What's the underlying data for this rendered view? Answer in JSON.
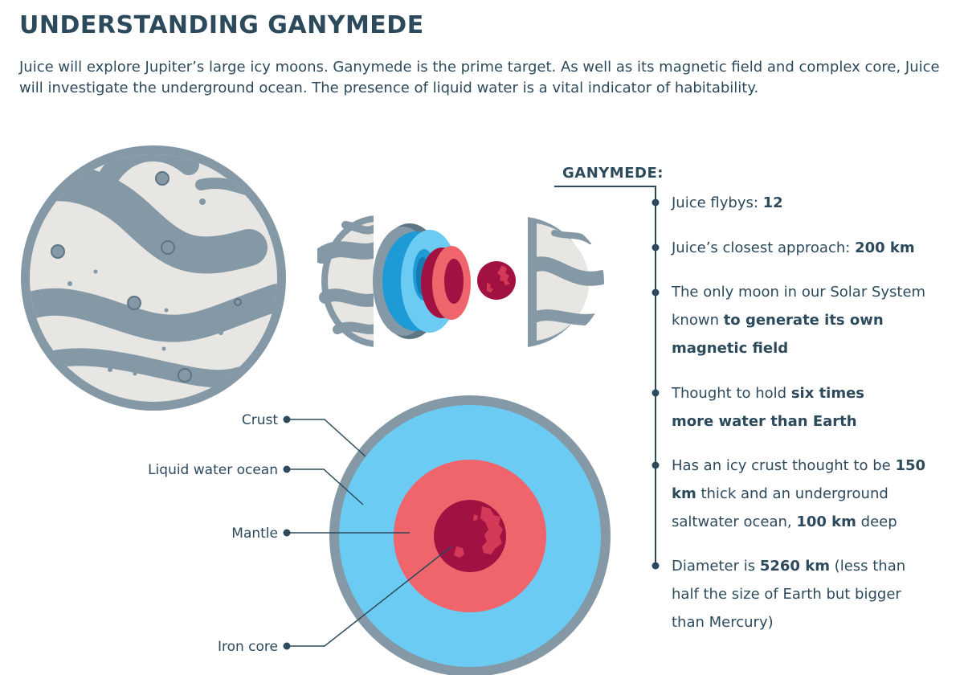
{
  "header": {
    "title": "UNDERSTANDING GANYMEDE",
    "intro": "Juice will explore Jupiter’s large icy moons. Ganymede is the prime target. As well as its magnetic field and complex core, Juice will investigate the underground ocean. The presence of liquid water is a vital indicator of habitability."
  },
  "layer_labels": {
    "crust": "Crust",
    "ocean": "Liquid water ocean",
    "mantle": "Mantle",
    "core": "Iron core"
  },
  "facts": {
    "title": "GANYMEDE:",
    "items": [
      {
        "parts": [
          "Juice flybys: ",
          "12"
        ]
      },
      {
        "parts": [
          "Juice’s closest approach: ",
          "200 km"
        ]
      },
      {
        "parts": [
          "The only moon in our Solar System known ",
          "to generate its own magnetic field"
        ]
      },
      {
        "parts": [
          "Thought to hold ",
          "six times more water than Earth"
        ]
      },
      {
        "parts": [
          "Has an icy crust thought to be ",
          "150 km",
          " thick and an underground saltwater ocean, ",
          "100 km",
          " deep"
        ]
      },
      {
        "parts": [
          "Diameter is ",
          "5260 km",
          " (less than half the size of Earth but bigger than Mercury)"
        ]
      }
    ]
  },
  "colors": {
    "text": "#2c4a5c",
    "crust_grey": "#8498a6",
    "ice": "#e7e6e3",
    "ocean_light": "#6ccbf2",
    "ocean_dark": "#1e9ad6",
    "mantle": "#f0656b",
    "core": "#a11142"
  }
}
